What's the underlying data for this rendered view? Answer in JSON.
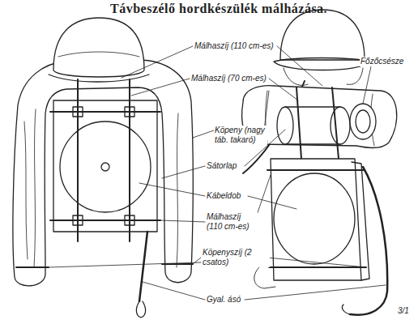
{
  "diagram": {
    "title": "Távbeszélő hordkészülék málházása.",
    "labels": [
      "Málhaszíj (110 cm-es)",
      "Málhaszíj (70 cm-es)",
      "Főzőcsésze",
      "Köpeny (nagy táb. takaró)",
      "Sátorlap",
      "Kábeldob",
      "Málhaszíj (110 cm-es)",
      "Köpenyszíj (2 csatos)",
      "Gyal. ásó",
      "3/1"
    ]
  }
}
